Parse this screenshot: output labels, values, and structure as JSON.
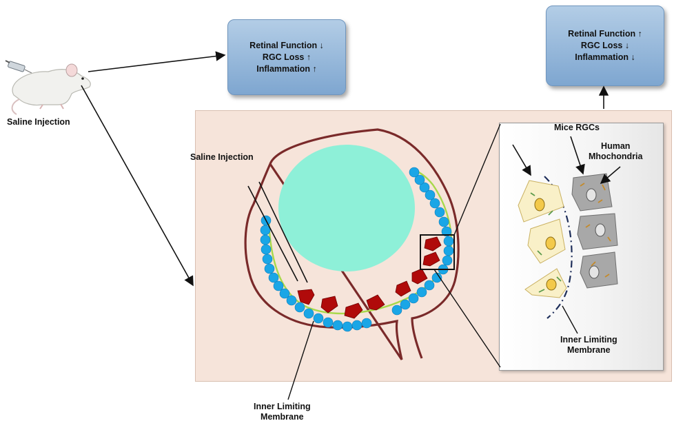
{
  "mouse_label": "Saline Injection",
  "outcome_box_saline": {
    "line1": "Retinal Function ↓",
    "line2": "RGC Loss ↑",
    "line3": "Inflammation ↑"
  },
  "outcome_box_treated": {
    "line1": "Retinal Function ↑",
    "line2": "RGC Loss ↓",
    "line3": "Inflammation ↓"
  },
  "eye_panel": {
    "injection_label": "Saline Injection",
    "ilm_label_line1": "Inner Limiting",
    "ilm_label_line2": "Membrane"
  },
  "inset_panel": {
    "mice_rgcs_label": "Mice RGCs",
    "human_mito_line1": "Human",
    "human_mito_line2": "Mhochondria",
    "ilm_label_line1": "Inner Limiting",
    "ilm_label_line2": "Membrane"
  },
  "colors": {
    "panel_bg": "#f6e4da",
    "eye_outline": "#7a2a2a",
    "lens": "#8ef0d8",
    "rgc_dots": "#1aa6e6",
    "ilm_line": "#a8d84a",
    "red_cells": "#b00a0a",
    "box_blue": "#8fb4da"
  }
}
